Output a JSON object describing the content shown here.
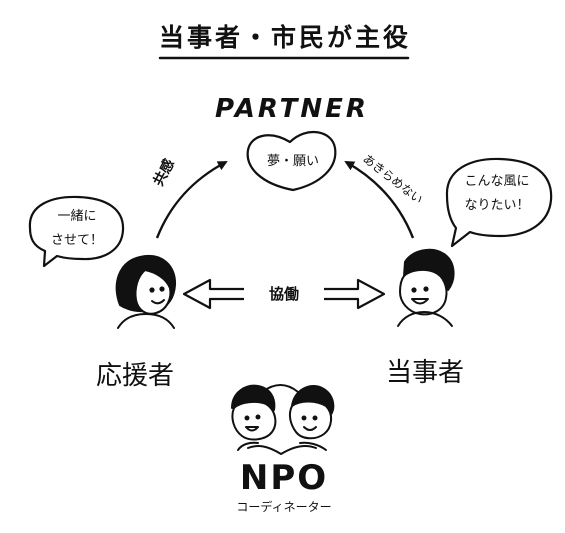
{
  "title": "当事者・市民が主役",
  "center": {
    "label": "PARTNER",
    "heart_text": "夢・願い"
  },
  "edges": {
    "left": "共感",
    "right": "あきらめない",
    "middle": "協働"
  },
  "speech": {
    "left": [
      "一緒に",
      "させて！"
    ],
    "right": [
      "こんな風に",
      "なりたい！"
    ]
  },
  "roles": {
    "supporter": "応援者",
    "party": "当事者"
  },
  "npo": {
    "label": "NPO",
    "sublabel": "コーディネーター"
  }
}
